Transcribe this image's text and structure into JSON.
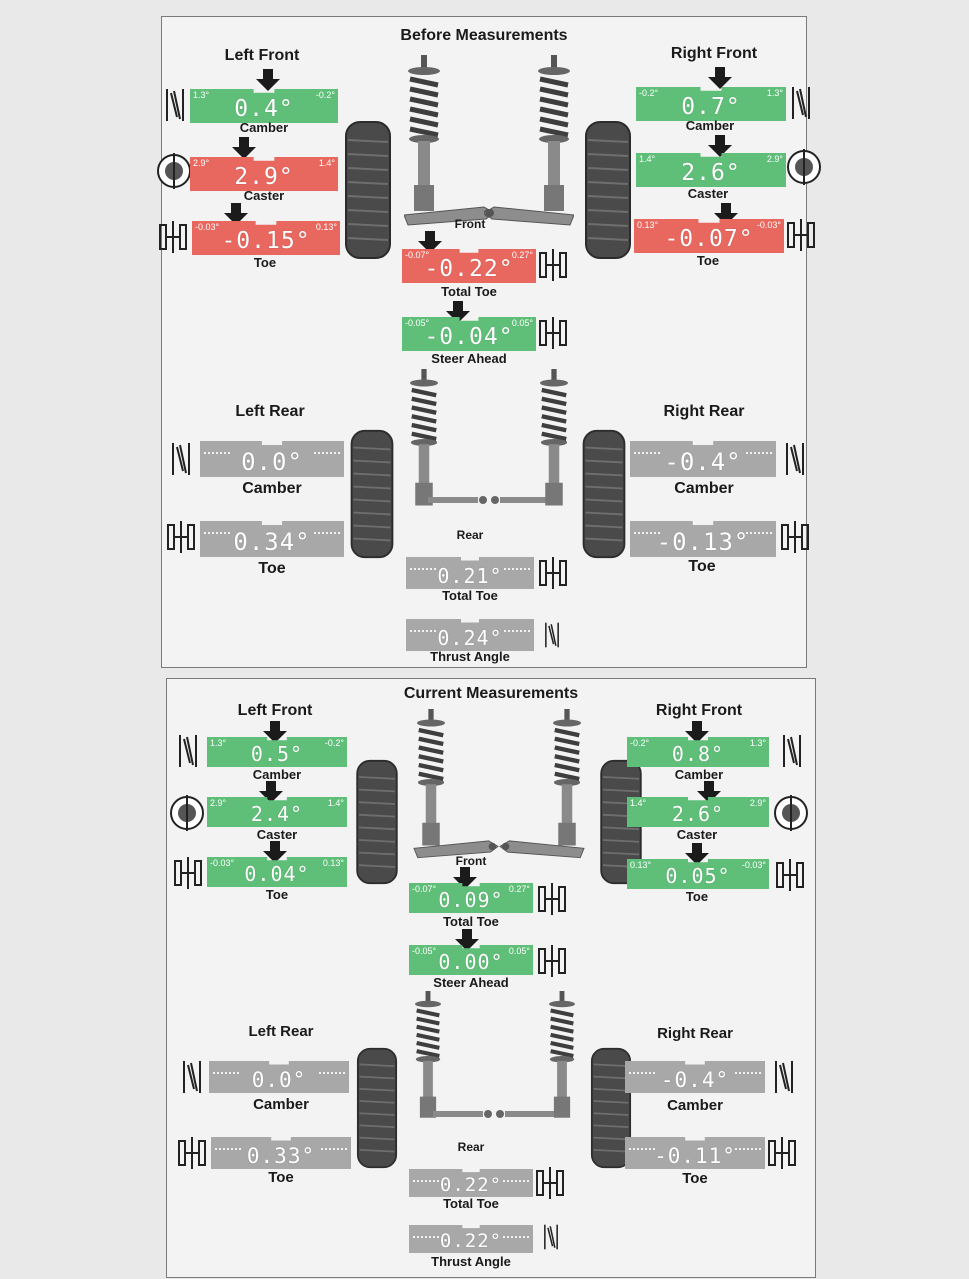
{
  "colors": {
    "green": "#5fbf79",
    "red": "#e8675f",
    "grey": "#a8a8a8",
    "arrow": "#1b1b1b"
  },
  "before": {
    "title": "Before Measurements",
    "left_front": {
      "label": "Left Front",
      "camber": {
        "name": "Camber",
        "value": "0.4°",
        "lo": "1.3°",
        "hi": "-0.2°",
        "icon": "camber-icon"
      },
      "caster": {
        "name": "Caster",
        "value": "2.9°",
        "lo": "2.9°",
        "hi": "1.4°",
        "icon": "caster-icon"
      },
      "toe": {
        "name": "Toe",
        "value": "-0.15°",
        "lo": "-0.03°",
        "hi": "0.13°",
        "icon": "toe-icon"
      }
    },
    "right_front": {
      "label": "Right Front",
      "camber": {
        "name": "Camber",
        "value": "0.7°",
        "lo": "-0.2°",
        "hi": "1.3°"
      },
      "caster": {
        "name": "Caster",
        "value": "2.6°",
        "lo": "1.4°",
        "hi": "2.9°"
      },
      "toe": {
        "name": "Toe",
        "value": "-0.07°",
        "lo": "0.13°",
        "hi": "-0.03°"
      }
    },
    "front_label": "Front",
    "total_toe_front": {
      "name": "Total Toe",
      "value": "-0.22°",
      "lo": "-0.07°",
      "hi": "0.27°"
    },
    "steer_ahead": {
      "name": "Steer Ahead",
      "value": "-0.04°",
      "lo": "-0.05°",
      "hi": "0.05°"
    },
    "left_rear": {
      "label": "Left Rear",
      "camber": {
        "name": "Camber",
        "value": "0.0°"
      },
      "toe": {
        "name": "Toe",
        "value": "0.34°"
      }
    },
    "right_rear": {
      "label": "Right Rear",
      "camber": {
        "name": "Camber",
        "value": "-0.4°"
      },
      "toe": {
        "name": "Toe",
        "value": "-0.13°"
      }
    },
    "rear_label": "Rear",
    "total_toe_rear": {
      "name": "Total Toe",
      "value": "0.21°"
    },
    "thrust_angle": {
      "name": "Thrust Angle",
      "value": "0.24°"
    }
  },
  "current": {
    "title": "Current Measurements",
    "left_front": {
      "label": "Left Front",
      "camber": {
        "name": "Camber",
        "value": "0.5°",
        "lo": "1.3°",
        "hi": "-0.2°"
      },
      "caster": {
        "name": "Caster",
        "value": "2.4°",
        "lo": "2.9°",
        "hi": "1.4°"
      },
      "toe": {
        "name": "Toe",
        "value": "0.04°",
        "lo": "-0.03°",
        "hi": "0.13°"
      }
    },
    "right_front": {
      "label": "Right Front",
      "camber": {
        "name": "Camber",
        "value": "0.8°",
        "lo": "-0.2°",
        "hi": "1.3°"
      },
      "caster": {
        "name": "Caster",
        "value": "2.6°",
        "lo": "1.4°",
        "hi": "2.9°"
      },
      "toe": {
        "name": "Toe",
        "value": "0.05°",
        "lo": "0.13°",
        "hi": "-0.03°"
      }
    },
    "front_label": "Front",
    "total_toe_front": {
      "name": "Total Toe",
      "value": "0.09°",
      "lo": "-0.07°",
      "hi": "0.27°"
    },
    "steer_ahead": {
      "name": "Steer Ahead",
      "value": "0.00°",
      "lo": "-0.05°",
      "hi": "0.05°"
    },
    "left_rear": {
      "label": "Left Rear",
      "camber": {
        "name": "Camber",
        "value": "0.0°"
      },
      "toe": {
        "name": "Toe",
        "value": "0.33°"
      }
    },
    "right_rear": {
      "label": "Right Rear",
      "camber": {
        "name": "Camber",
        "value": "-0.4°"
      },
      "toe": {
        "name": "Toe",
        "value": "-0.11°"
      }
    },
    "rear_label": "Rear",
    "total_toe_rear": {
      "name": "Total Toe",
      "value": "0.22°"
    },
    "thrust_angle": {
      "name": "Thrust Angle",
      "value": "0.22°"
    }
  }
}
